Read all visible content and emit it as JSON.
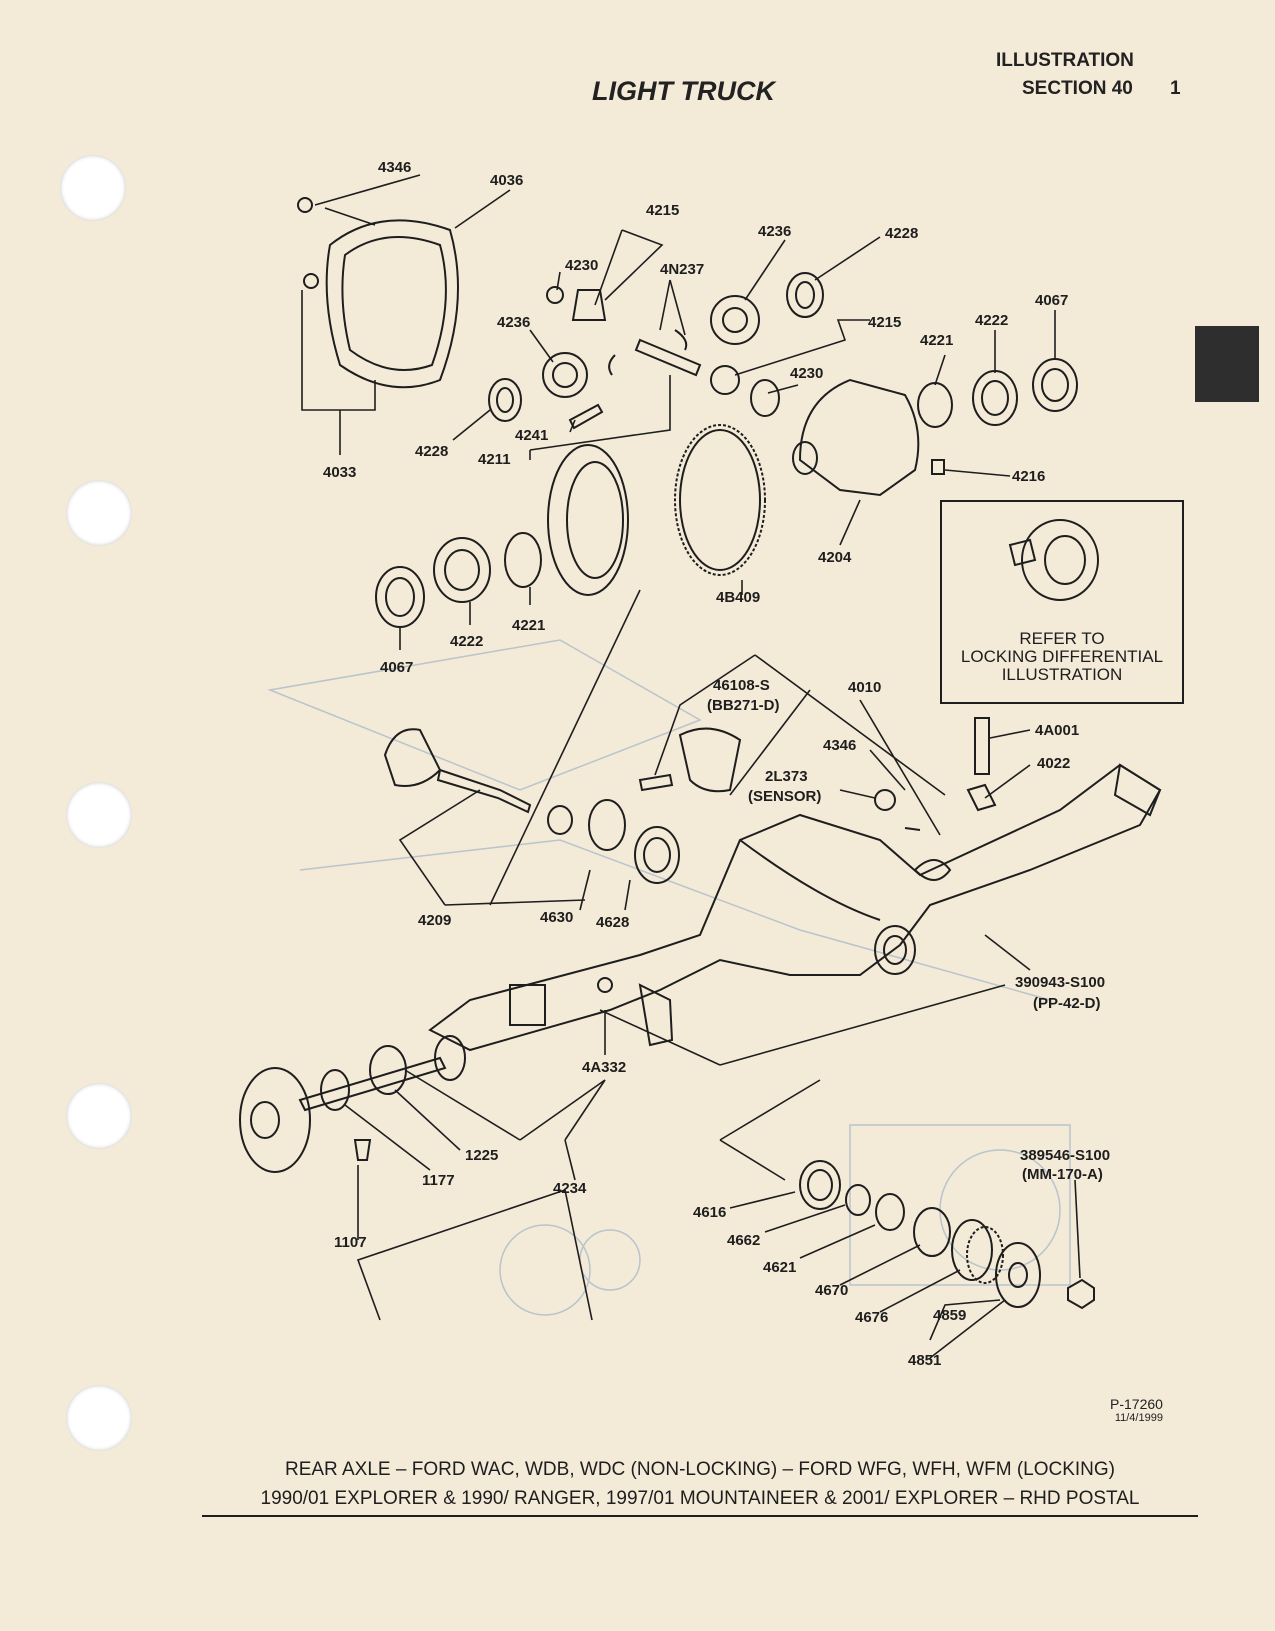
{
  "header": {
    "title": "LIGHT TRUCK",
    "illustration_label": "ILLUSTRATION",
    "section_label": "SECTION 40",
    "page_number": "1"
  },
  "callouts": [
    {
      "id": "4346a",
      "text": "4346"
    },
    {
      "id": "4036",
      "text": "4036"
    },
    {
      "id": "4215a",
      "text": "4215"
    },
    {
      "id": "4236a",
      "text": "4236"
    },
    {
      "id": "4228a",
      "text": "4228"
    },
    {
      "id": "4230a",
      "text": "4230"
    },
    {
      "id": "4N237",
      "text": "4N237"
    },
    {
      "id": "4067a",
      "text": "4067"
    },
    {
      "id": "4236b",
      "text": "4236"
    },
    {
      "id": "4215b",
      "text": "4215"
    },
    {
      "id": "4222a",
      "text": "4222"
    },
    {
      "id": "4221a",
      "text": "4221"
    },
    {
      "id": "4230b",
      "text": "4230"
    },
    {
      "id": "4241",
      "text": "4241"
    },
    {
      "id": "4228b",
      "text": "4228"
    },
    {
      "id": "4211",
      "text": "4211"
    },
    {
      "id": "4033",
      "text": "4033"
    },
    {
      "id": "4216",
      "text": "4216"
    },
    {
      "id": "4204",
      "text": "4204"
    },
    {
      "id": "4B409",
      "text": "4B409"
    },
    {
      "id": "4067b",
      "text": "4067"
    },
    {
      "id": "4222b",
      "text": "4222"
    },
    {
      "id": "4221b",
      "text": "4221"
    },
    {
      "id": "46108-S",
      "text": "46108-S"
    },
    {
      "id": "BB271-D",
      "text": "(BB271-D)"
    },
    {
      "id": "4010",
      "text": "4010"
    },
    {
      "id": "4A001",
      "text": "4A001"
    },
    {
      "id": "4346b",
      "text": "4346"
    },
    {
      "id": "4022",
      "text": "4022"
    },
    {
      "id": "2L373",
      "text": "2L373"
    },
    {
      "id": "SENSOR",
      "text": "(SENSOR)"
    },
    {
      "id": "4209",
      "text": "4209"
    },
    {
      "id": "4630",
      "text": "4630"
    },
    {
      "id": "4628",
      "text": "4628"
    },
    {
      "id": "390943-S100",
      "text": "390943-S100"
    },
    {
      "id": "PP-42-D",
      "text": "(PP-42-D)"
    },
    {
      "id": "4A332",
      "text": "4A332"
    },
    {
      "id": "1225",
      "text": "1225"
    },
    {
      "id": "1177",
      "text": "1177"
    },
    {
      "id": "4234",
      "text": "4234"
    },
    {
      "id": "1107",
      "text": "1107"
    },
    {
      "id": "389546-S100",
      "text": "389546-S100"
    },
    {
      "id": "MM-170-A",
      "text": "(MM-170-A)"
    },
    {
      "id": "4616",
      "text": "4616"
    },
    {
      "id": "4662",
      "text": "4662"
    },
    {
      "id": "4621",
      "text": "4621"
    },
    {
      "id": "4670",
      "text": "4670"
    },
    {
      "id": "4676",
      "text": "4676"
    },
    {
      "id": "4859",
      "text": "4859"
    },
    {
      "id": "4851",
      "text": "4851"
    }
  ],
  "locking_box": {
    "line1": "REFER TO",
    "line2": "LOCKING DIFFERENTIAL",
    "line3": "ILLUSTRATION"
  },
  "drawing_code": {
    "number": "P-17260",
    "date": "11/4/1999"
  },
  "footer": {
    "line1": "REAR AXLE – FORD WAC, WDB, WDC (NON-LOCKING) – FORD WFG, WFH, WFM (LOCKING)",
    "line2": "1990/01 EXPLORER & 1990/ RANGER, 1997/01 MOUNTAINEER & 2001/ EXPLORER – RHD POSTAL"
  }
}
